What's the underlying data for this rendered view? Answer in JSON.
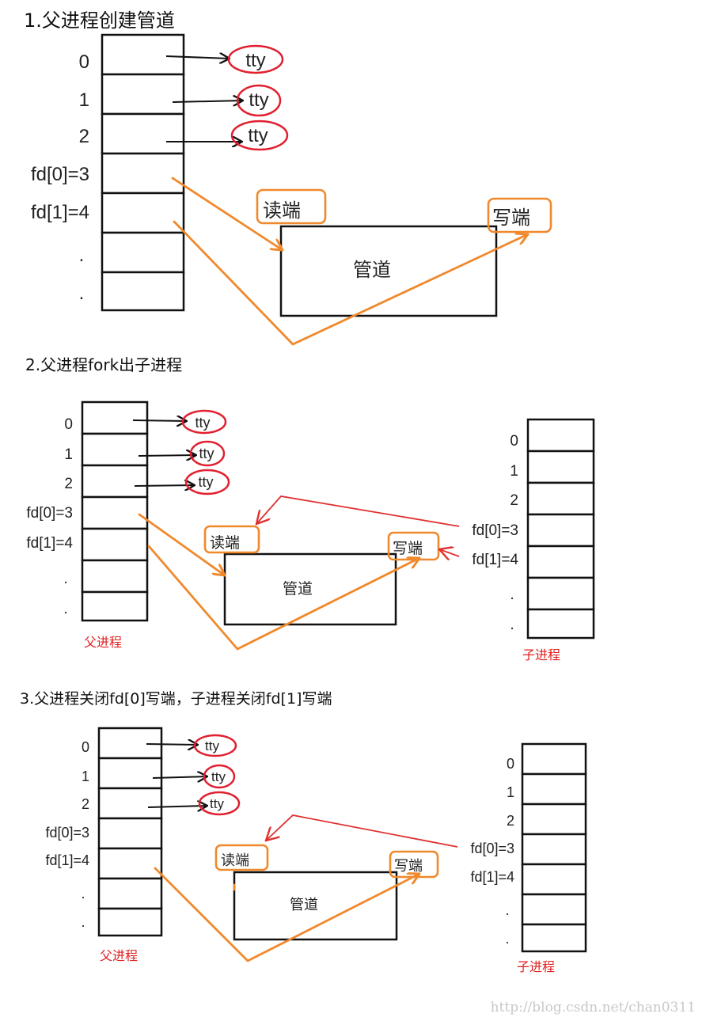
{
  "steps": [
    {
      "title": "1.父进程创建管道",
      "parent_fds": [
        "0",
        "1",
        "2",
        "fd[0]=3",
        "fd[1]=4",
        ".",
        "."
      ],
      "tty": [
        "tty",
        "tty",
        "tty"
      ],
      "pipe": {
        "label": "管道",
        "read_end": "读端",
        "write_end": "写端"
      }
    },
    {
      "title": "2.父进程fork出子进程",
      "parent_fds": [
        "0",
        "1",
        "2",
        "fd[0]=3",
        "fd[1]=4",
        ".",
        "."
      ],
      "child_fds": [
        "0",
        "1",
        "2",
        "fd[0]=3",
        "fd[1]=4",
        ".",
        "."
      ],
      "tty": [
        "tty",
        "tty",
        "tty"
      ],
      "pipe": {
        "label": "管道",
        "read_end": "读端",
        "write_end": "写端"
      },
      "parent_label": "父进程",
      "child_label": "子进程"
    },
    {
      "title": "3.父进程关闭fd[0]写端，子进程关闭fd[1]写端",
      "parent_fds": [
        "0",
        "1",
        "2",
        "fd[0]=3",
        "fd[1]=4",
        ".",
        "."
      ],
      "child_fds": [
        "0",
        "1",
        "2",
        "fd[0]=3",
        "fd[1]=4",
        ".",
        "."
      ],
      "tty": [
        "tty",
        "tty",
        "tty"
      ],
      "pipe": {
        "label": "管道",
        "read_end": "读端",
        "write_end": "写端"
      },
      "parent_label": "父进程",
      "child_label": "子进程"
    }
  ],
  "watermark": "http://blog.csdn.net/chan0311",
  "colors": {
    "pipe_arrow": "#f0892c",
    "child_arrow": "#e03030",
    "tty_circle": "#e02030",
    "process_label": "#e02020"
  }
}
